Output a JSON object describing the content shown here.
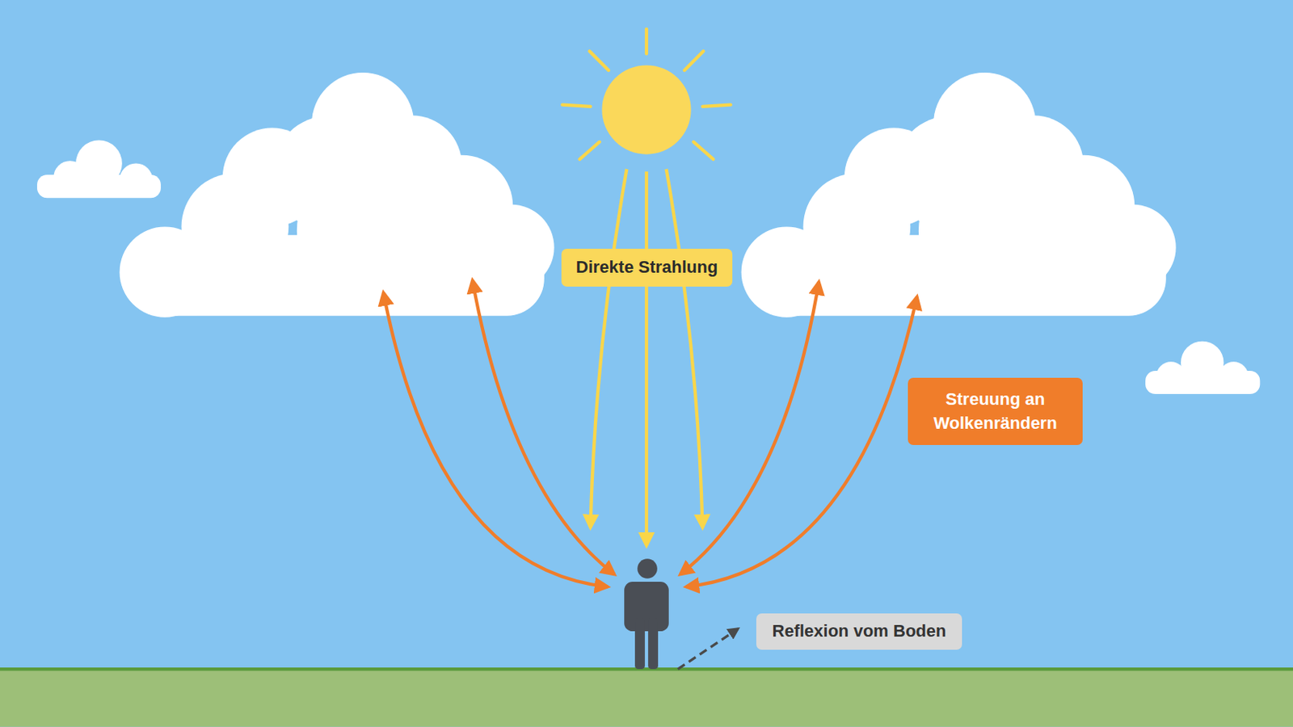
{
  "diagram": {
    "nodes": [
      {
        "text": [
          "Direkte Strahlung"
        ]
      },
      {
        "text": [
          "Streuung an Wolkenrändern"
        ]
      },
      {
        "text": [
          "Reflexion vom Boden"
        ]
      }
    ]
  }
}
